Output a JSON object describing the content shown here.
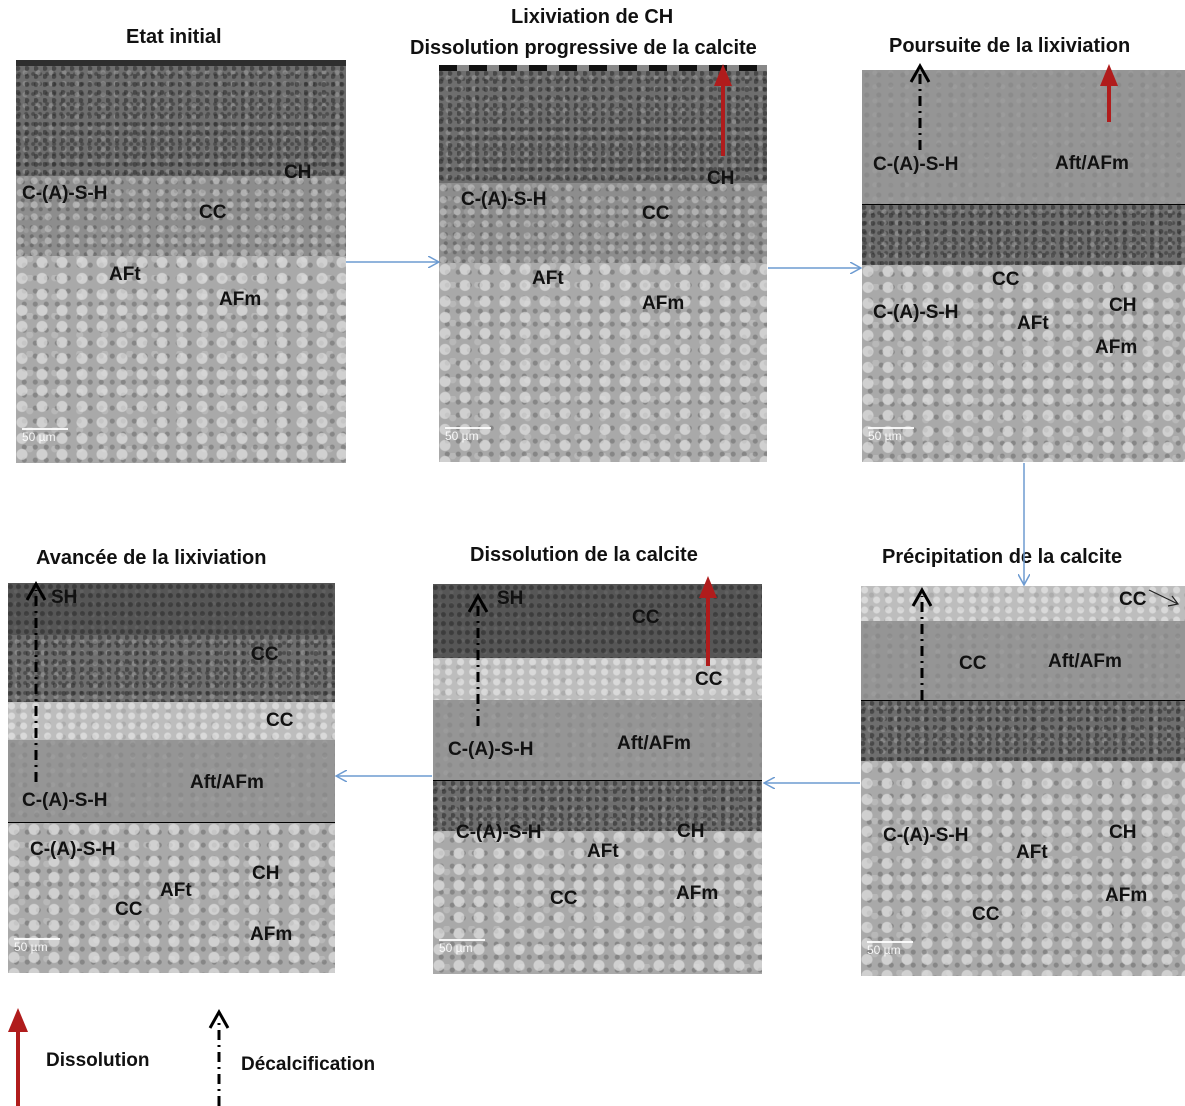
{
  "titles": {
    "p1": "Etat initial",
    "p2_line1": "Lixiviation de CH",
    "p2_line2": "Dissolution progressive de la calcite",
    "p3": "Poursuite de la lixiviation",
    "p4": "Précipitation de la calcite",
    "p5": "Dissolution de la calcite",
    "p6": "Avancée de la lixiviation"
  },
  "panel1": {
    "labels": [
      "C-(A)-S-H",
      "CC",
      "CH",
      "AFt",
      "AFm"
    ],
    "scale": "50 µm"
  },
  "panel2": {
    "labels": [
      "C-(A)-S-H",
      "CC",
      "CH",
      "AFt",
      "AFm"
    ],
    "scale": "50 µm"
  },
  "panel3": {
    "labels": [
      "C-(A)-S-H",
      "Aft/AFm",
      "CC",
      "C-(A)-S-H",
      "AFt",
      "CH",
      "AFm"
    ],
    "scale": "50 µm"
  },
  "panel4": {
    "labels": [
      "CC",
      "CC",
      "Aft/AFm",
      "C-(A)-S-H",
      "AFt",
      "CH",
      "AFm",
      "CC"
    ],
    "scale": "50 µm"
  },
  "panel5": {
    "labels": [
      "SH",
      "CC",
      "CC",
      "C-(A)-S-H",
      "Aft/AFm",
      "C-(A)-S-H",
      "AFt",
      "CH",
      "AFm",
      "CC"
    ],
    "scale": "50 µm"
  },
  "panel6": {
    "labels": [
      "SH",
      "CC",
      "CC",
      "Aft/AFm",
      "C-(A)-S-H",
      "C-(A)-S-H",
      "CH",
      "AFt",
      "CC",
      "AFm"
    ],
    "scale": "50 µm"
  },
  "legend": {
    "dissolution": "Dissolution",
    "decalcification": "Décalcification"
  },
  "colors": {
    "dissolution_arrow": "#b01c1c",
    "flow_arrow": "#6d9bd1",
    "decalcification_arrow": "#000000"
  }
}
